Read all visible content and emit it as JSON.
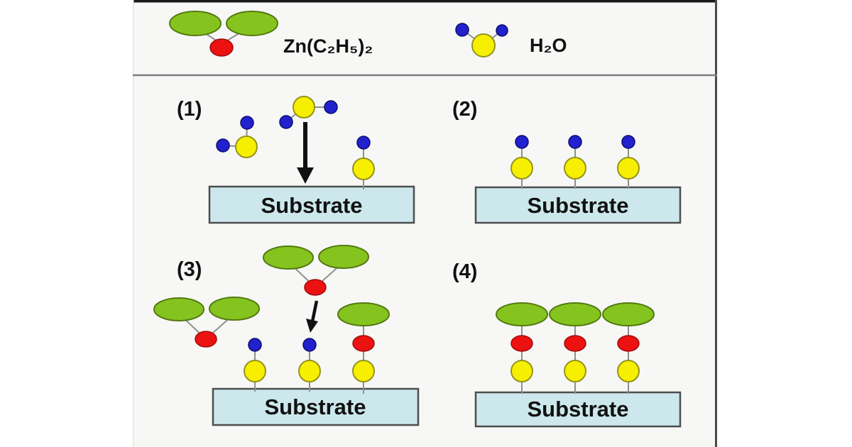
{
  "legend": {
    "dez_label": "Zn(C₂H₅)₂",
    "h2o_label": "H₂O"
  },
  "panels": [
    {
      "number": "(1)",
      "substrate_label": "Substrate"
    },
    {
      "number": "(2)",
      "substrate_label": "Substrate"
    },
    {
      "number": "(3)",
      "substrate_label": "Substrate"
    },
    {
      "number": "(4)",
      "substrate_label": "Substrate"
    }
  ],
  "colors": {
    "page_bg": "#ffffff",
    "panel_bg": "#f7f7f6",
    "border_dark": "#1a1a1a",
    "border_right": "#4a4a4a",
    "border_left_faint": "#e4e4e2",
    "divider_gray": "#7d7d7d",
    "ethyl_green": "#85c41e",
    "ethyl_green_border": "#537a10",
    "zinc_red": "#ec1212",
    "zinc_red_border": "#a30b0b",
    "oxygen_yellow": "#f7ef00",
    "oxygen_yellow_border": "#94941c",
    "hydrogen_blue": "#2121cd",
    "hydrogen_blue_border": "#0d0d6e",
    "bond_gray": "#8f8f8f",
    "arrow_black": "#111111",
    "substrate_fill": "#cce8ec",
    "substrate_border": "#4d4d4d",
    "text_black": "#111111"
  }
}
